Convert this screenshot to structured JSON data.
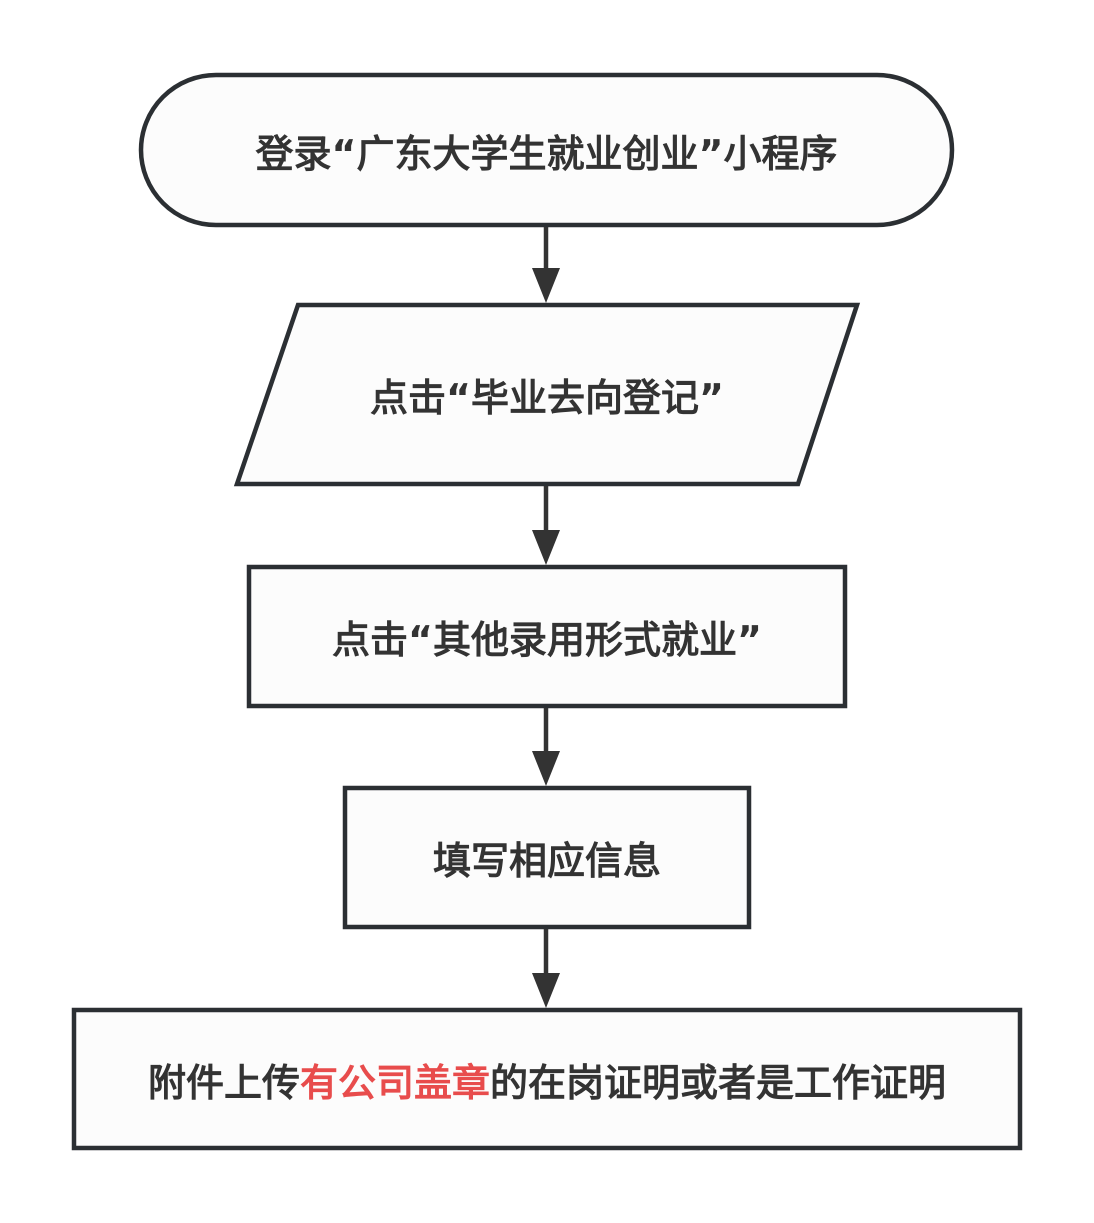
{
  "colors": {
    "stroke": "#2b2f33",
    "fill": "#fcfcfc",
    "text": "#333333",
    "highlight": "#e84c4c"
  },
  "steps": [
    {
      "shape": "terminal",
      "text": "登录“广东大学生就业创业”小程序"
    },
    {
      "shape": "parallelogram",
      "text": "点击“毕业去向登记”"
    },
    {
      "shape": "rectangle",
      "text": "点击“其他录用形式就业”"
    },
    {
      "shape": "rectangle",
      "text": "填写相应信息"
    },
    {
      "shape": "rectangle",
      "text_before": "附件上传",
      "text_highlight": "有公司盖章",
      "text_after": "的在岗证明或者是工作证明"
    }
  ]
}
